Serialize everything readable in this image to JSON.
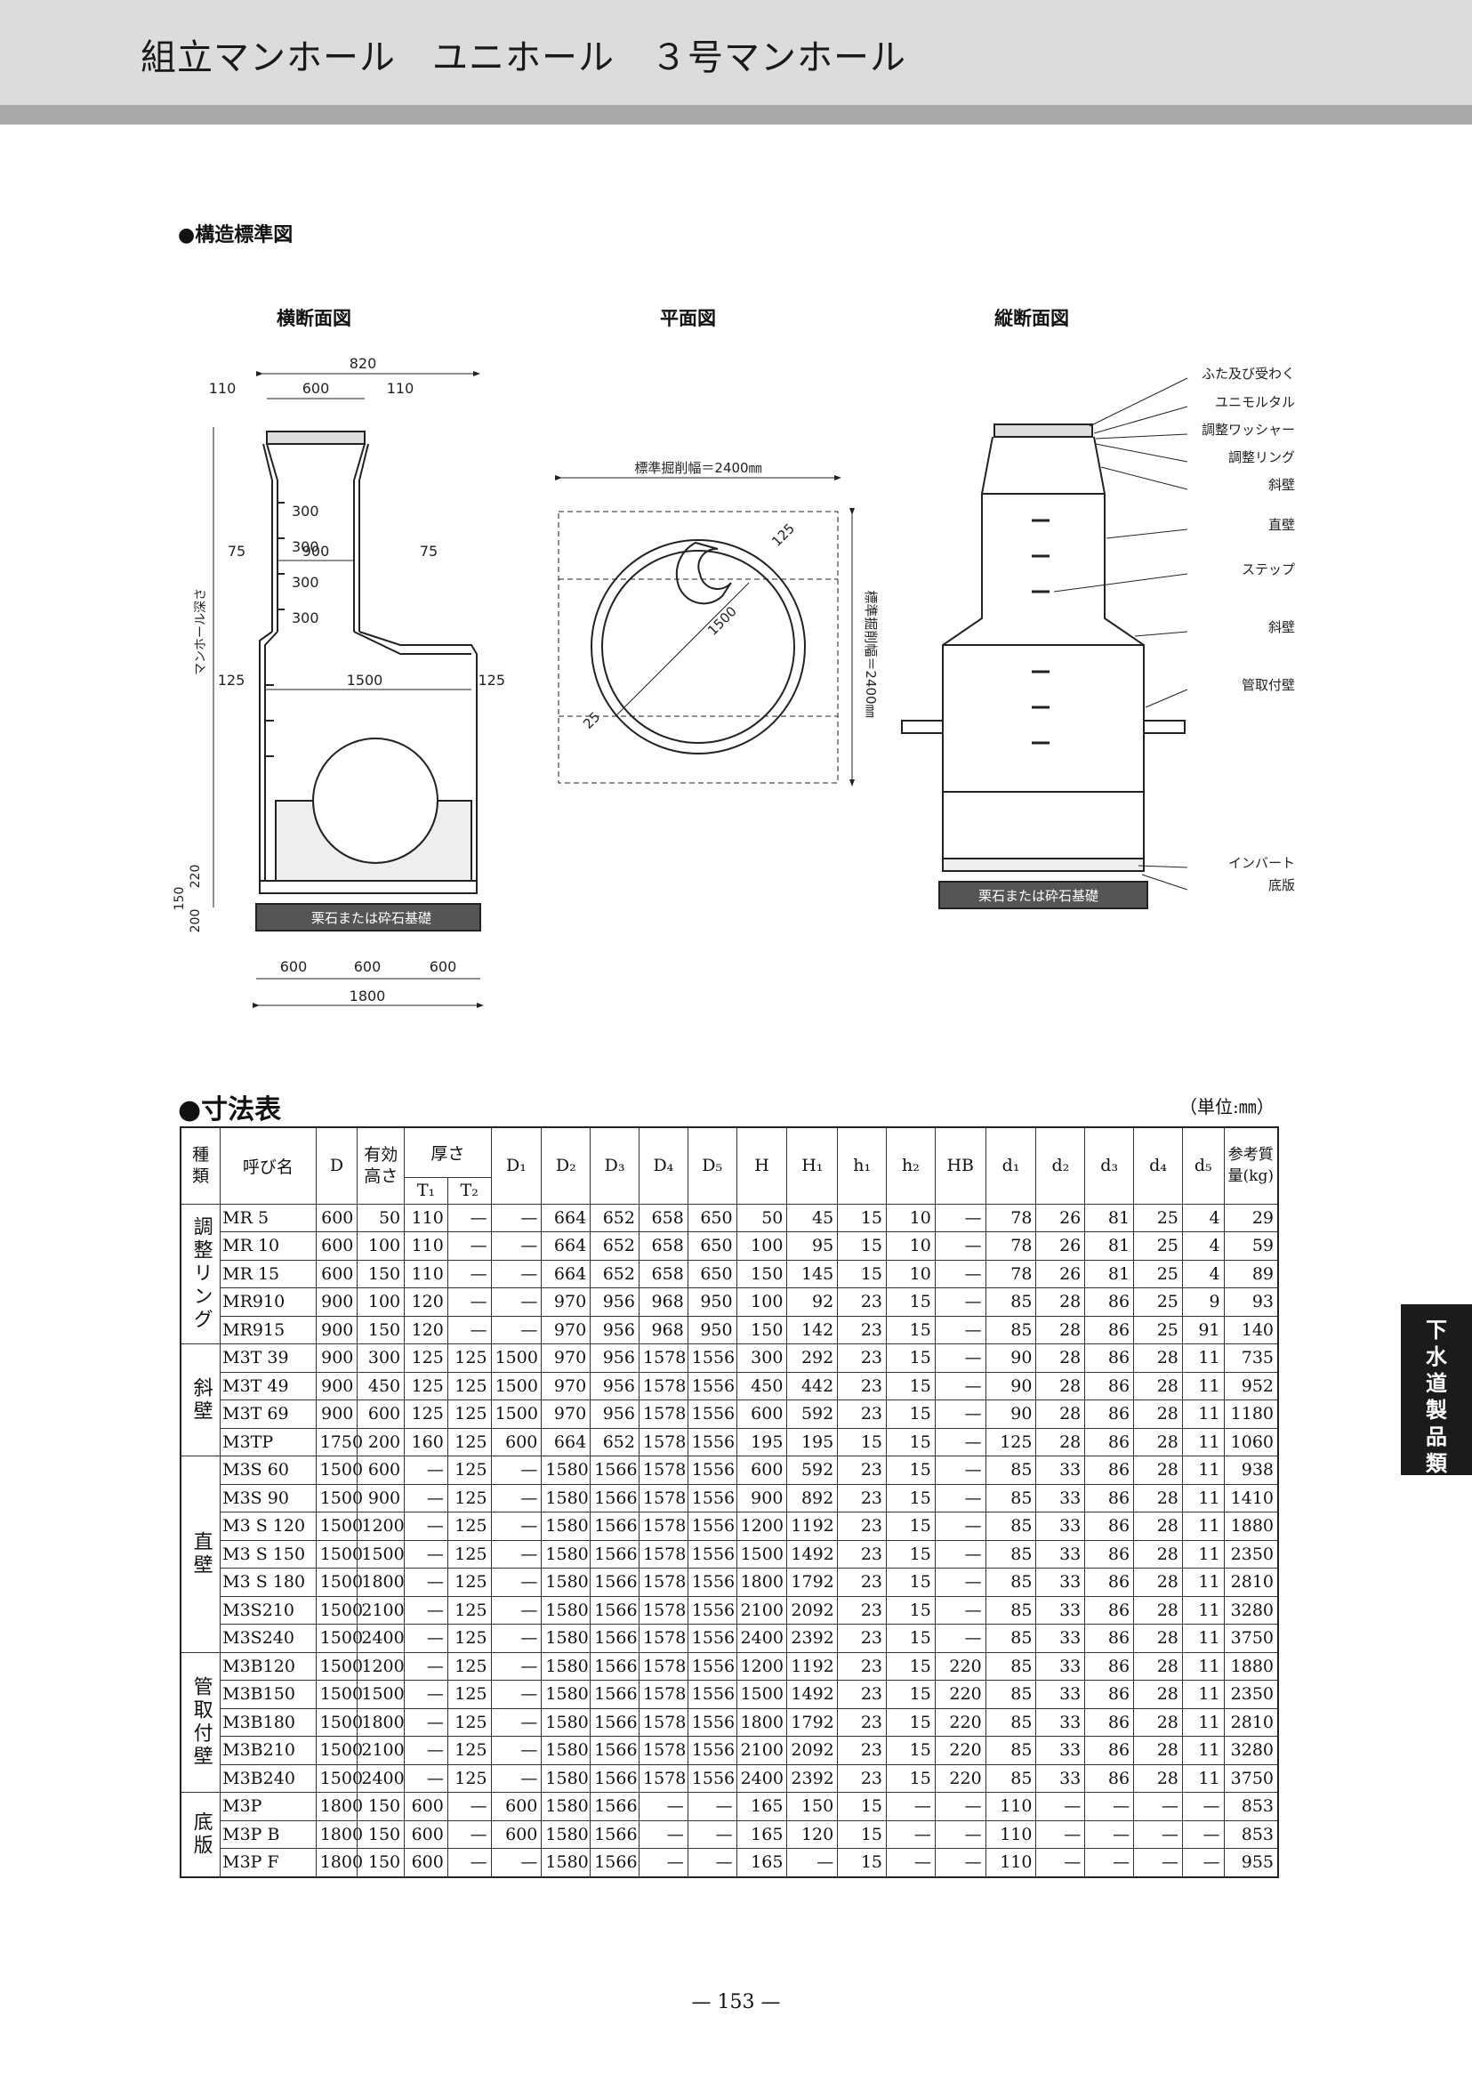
{
  "header": {
    "title": "組立マンホール　ユニホール　３号マンホール"
  },
  "structure": {
    "heading": "●構造標準図",
    "captions": {
      "cross": "横断面図",
      "plan": "平面図",
      "longitudinal": "縦断面図"
    },
    "cross_labels": {
      "w820": "820",
      "w600": "600",
      "w110a": "110",
      "w110b": "110",
      "h300a": "300",
      "h300b": "300",
      "h300c": "300",
      "h300d": "300",
      "w900": "900",
      "w75a": "75",
      "w75b": "75",
      "w125a": "125",
      "w1500": "1500",
      "w125b": "125",
      "depth": "マンホール深さ",
      "h220": "220",
      "h150": "150",
      "h200": "200",
      "base": "栗石または砕石基礎",
      "b600a": "600",
      "b600b": "600",
      "b600c": "600",
      "b1800": "1800"
    },
    "plan_labels": {
      "width": "標準掘削幅＝2400㎜",
      "depth": "標準掘削幅＝2400㎜",
      "d1500": "1500",
      "d125": "125",
      "d25": "25"
    },
    "long_labels": {
      "l1": "ふた及び受わく",
      "l2": "ユニモルタル",
      "l3": "調整ワッシャー",
      "l4": "調整リング",
      "l5": "斜壁",
      "l6": "直壁",
      "l7": "ステップ",
      "l8": "斜壁",
      "l9": "管取付壁",
      "l10": "インバート",
      "l11": "底版",
      "base": "栗石または砕石基礎"
    }
  },
  "dimensions": {
    "heading": "●寸法表",
    "unit": "（単位:㎜）",
    "headers": {
      "kind": "種類",
      "name": "呼び名",
      "D": "D",
      "eff_height": "有効高さ",
      "thickness": "厚さ",
      "T1": "T₁",
      "T2": "T₂",
      "D1": "D₁",
      "D2": "D₂",
      "D3": "D₃",
      "D4": "D₄",
      "D5": "D₅",
      "H": "H",
      "H1": "H₁",
      "h1": "h₁",
      "h2": "h₂",
      "HB": "HB",
      "d1": "d₁",
      "d2": "d₂",
      "d3": "d₃",
      "d4": "d₄",
      "d5": "d₅",
      "weight": "参考質量(kg)"
    },
    "groups": [
      {
        "label": "調整リング",
        "rows": [
          [
            "MR 5",
            "600",
            "50",
            "110",
            "—",
            "—",
            "664",
            "652",
            "658",
            "650",
            "50",
            "45",
            "15",
            "10",
            "—",
            "78",
            "26",
            "81",
            "25",
            "4",
            "29"
          ],
          [
            "MR 10",
            "600",
            "100",
            "110",
            "—",
            "—",
            "664",
            "652",
            "658",
            "650",
            "100",
            "95",
            "15",
            "10",
            "—",
            "78",
            "26",
            "81",
            "25",
            "4",
            "59"
          ],
          [
            "MR 15",
            "600",
            "150",
            "110",
            "—",
            "—",
            "664",
            "652",
            "658",
            "650",
            "150",
            "145",
            "15",
            "10",
            "—",
            "78",
            "26",
            "81",
            "25",
            "4",
            "89"
          ],
          [
            "MR910",
            "900",
            "100",
            "120",
            "—",
            "—",
            "970",
            "956",
            "968",
            "950",
            "100",
            "92",
            "23",
            "15",
            "—",
            "85",
            "28",
            "86",
            "25",
            "9",
            "93"
          ],
          [
            "MR915",
            "900",
            "150",
            "120",
            "—",
            "—",
            "970",
            "956",
            "968",
            "950",
            "150",
            "142",
            "23",
            "15",
            "—",
            "85",
            "28",
            "86",
            "25",
            "91",
            "140"
          ]
        ]
      },
      {
        "label": "斜壁",
        "rows": [
          [
            "M3T 39",
            "900",
            "300",
            "125",
            "125",
            "1500",
            "970",
            "956",
            "1578",
            "1556",
            "300",
            "292",
            "23",
            "15",
            "—",
            "90",
            "28",
            "86",
            "28",
            "11",
            "735"
          ],
          [
            "M3T 49",
            "900",
            "450",
            "125",
            "125",
            "1500",
            "970",
            "956",
            "1578",
            "1556",
            "450",
            "442",
            "23",
            "15",
            "—",
            "90",
            "28",
            "86",
            "28",
            "11",
            "952"
          ],
          [
            "M3T 69",
            "900",
            "600",
            "125",
            "125",
            "1500",
            "970",
            "956",
            "1578",
            "1556",
            "600",
            "592",
            "23",
            "15",
            "—",
            "90",
            "28",
            "86",
            "28",
            "11",
            "1180"
          ],
          [
            "M3TP",
            "1750",
            "200",
            "160",
            "125",
            "600",
            "664",
            "652",
            "1578",
            "1556",
            "195",
            "195",
            "15",
            "15",
            "—",
            "125",
            "28",
            "86",
            "28",
            "11",
            "1060"
          ]
        ]
      },
      {
        "label": "直壁",
        "rows": [
          [
            "M3S 60",
            "1500",
            "600",
            "—",
            "125",
            "—",
            "1580",
            "1566",
            "1578",
            "1556",
            "600",
            "592",
            "23",
            "15",
            "—",
            "85",
            "33",
            "86",
            "28",
            "11",
            "938"
          ],
          [
            "M3S 90",
            "1500",
            "900",
            "—",
            "125",
            "—",
            "1580",
            "1566",
            "1578",
            "1556",
            "900",
            "892",
            "23",
            "15",
            "—",
            "85",
            "33",
            "86",
            "28",
            "11",
            "1410"
          ],
          [
            "M3 S 120",
            "1500",
            "1200",
            "—",
            "125",
            "—",
            "1580",
            "1566",
            "1578",
            "1556",
            "1200",
            "1192",
            "23",
            "15",
            "—",
            "85",
            "33",
            "86",
            "28",
            "11",
            "1880"
          ],
          [
            "M3 S 150",
            "1500",
            "1500",
            "—",
            "125",
            "—",
            "1580",
            "1566",
            "1578",
            "1556",
            "1500",
            "1492",
            "23",
            "15",
            "—",
            "85",
            "33",
            "86",
            "28",
            "11",
            "2350"
          ],
          [
            "M3 S 180",
            "1500",
            "1800",
            "—",
            "125",
            "—",
            "1580",
            "1566",
            "1578",
            "1556",
            "1800",
            "1792",
            "23",
            "15",
            "—",
            "85",
            "33",
            "86",
            "28",
            "11",
            "2810"
          ],
          [
            "M3S210",
            "1500",
            "2100",
            "—",
            "125",
            "—",
            "1580",
            "1566",
            "1578",
            "1556",
            "2100",
            "2092",
            "23",
            "15",
            "—",
            "85",
            "33",
            "86",
            "28",
            "11",
            "3280"
          ],
          [
            "M3S240",
            "1500",
            "2400",
            "—",
            "125",
            "—",
            "1580",
            "1566",
            "1578",
            "1556",
            "2400",
            "2392",
            "23",
            "15",
            "—",
            "85",
            "33",
            "86",
            "28",
            "11",
            "3750"
          ]
        ]
      },
      {
        "label": "管取付壁",
        "rows": [
          [
            "M3B120",
            "1500",
            "1200",
            "—",
            "125",
            "—",
            "1580",
            "1566",
            "1578",
            "1556",
            "1200",
            "1192",
            "23",
            "15",
            "220",
            "85",
            "33",
            "86",
            "28",
            "11",
            "1880"
          ],
          [
            "M3B150",
            "1500",
            "1500",
            "—",
            "125",
            "—",
            "1580",
            "1566",
            "1578",
            "1556",
            "1500",
            "1492",
            "23",
            "15",
            "220",
            "85",
            "33",
            "86",
            "28",
            "11",
            "2350"
          ],
          [
            "M3B180",
            "1500",
            "1800",
            "—",
            "125",
            "—",
            "1580",
            "1566",
            "1578",
            "1556",
            "1800",
            "1792",
            "23",
            "15",
            "220",
            "85",
            "33",
            "86",
            "28",
            "11",
            "2810"
          ],
          [
            "M3B210",
            "1500",
            "2100",
            "—",
            "125",
            "—",
            "1580",
            "1566",
            "1578",
            "1556",
            "2100",
            "2092",
            "23",
            "15",
            "220",
            "85",
            "33",
            "86",
            "28",
            "11",
            "3280"
          ],
          [
            "M3B240",
            "1500",
            "2400",
            "—",
            "125",
            "—",
            "1580",
            "1566",
            "1578",
            "1556",
            "2400",
            "2392",
            "23",
            "15",
            "220",
            "85",
            "33",
            "86",
            "28",
            "11",
            "3750"
          ]
        ]
      },
      {
        "label": "底版",
        "rows": [
          [
            "M3P",
            "1800",
            "150",
            "600",
            "—",
            "600",
            "1580",
            "1566",
            "—",
            "—",
            "165",
            "150",
            "15",
            "—",
            "—",
            "110",
            "—",
            "—",
            "—",
            "—",
            "853"
          ],
          [
            "M3P B",
            "1800",
            "150",
            "600",
            "—",
            "600",
            "1580",
            "1566",
            "—",
            "—",
            "165",
            "120",
            "15",
            "—",
            "—",
            "110",
            "—",
            "—",
            "—",
            "—",
            "853"
          ],
          [
            "M3P F",
            "1800",
            "150",
            "600",
            "—",
            "—",
            "1580",
            "1566",
            "—",
            "—",
            "165",
            "—",
            "15",
            "—",
            "—",
            "110",
            "—",
            "—",
            "—",
            "—",
            "955"
          ]
        ]
      }
    ]
  },
  "side_tab": {
    "chars": [
      "下",
      "水",
      "道",
      "製",
      "品",
      "類"
    ]
  },
  "footer": {
    "page": "— 153 —"
  }
}
